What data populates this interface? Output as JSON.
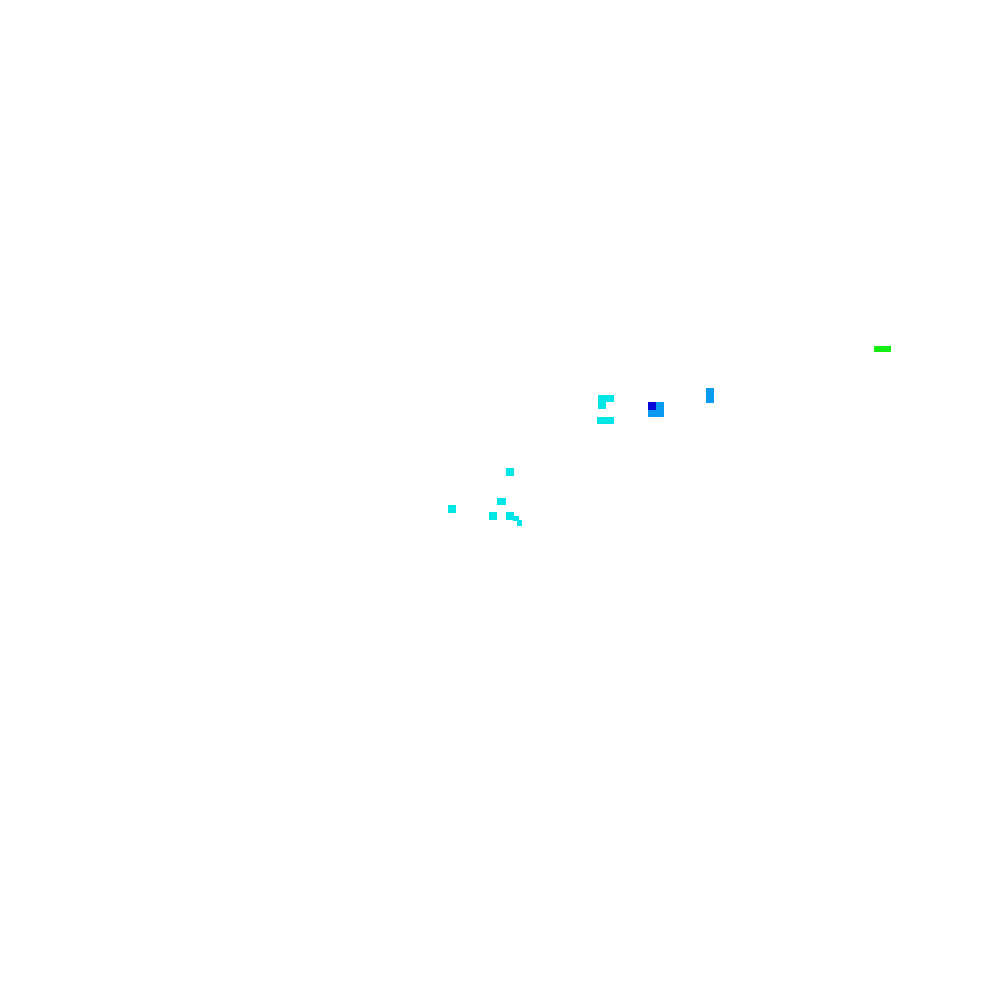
{
  "palette": {
    "background": "#ffffff",
    "cyan": "#00e5e5",
    "sky_blue": "#0a9af0",
    "deep_blue": "#0a0ad8",
    "green": "#14ee14"
  },
  "pixel_groups": [
    {
      "name": "green-dash",
      "color": "green"
    },
    {
      "name": "blue-bar",
      "color": "sky_blue"
    },
    {
      "name": "blue-square",
      "color": "sky_blue"
    },
    {
      "name": "dark-blue-square",
      "color": "deep_blue"
    },
    {
      "name": "cyan-bracket",
      "color": "cyan"
    },
    {
      "name": "cyan-scatter",
      "color": "cyan"
    }
  ]
}
